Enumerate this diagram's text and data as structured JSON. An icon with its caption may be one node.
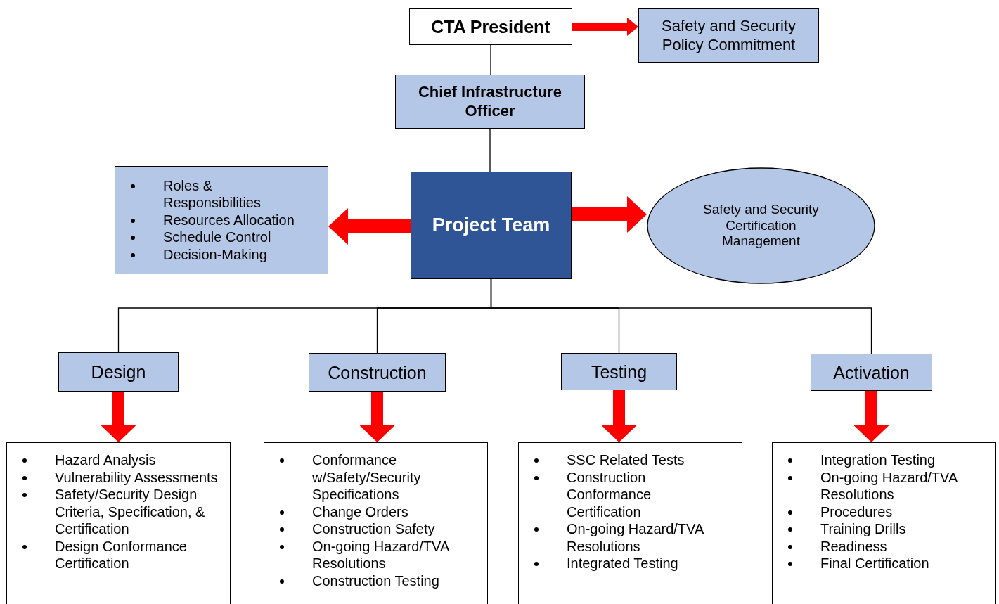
{
  "diagram": {
    "nodes": [
      {
        "text": [
          "CTA President"
        ]
      },
      {
        "text": [
          "Safety and Security Policy Commitment"
        ]
      },
      {
        "text": [
          "Chief Infrastructure Officer"
        ]
      },
      {
        "text": [
          "Project Team"
        ]
      },
      {
        "text": [
          "Roles & Responsibilities",
          "Resources Allocation",
          "Schedule Control",
          "Decision-Making"
        ]
      },
      {
        "text": [
          "Safety and Security Certification Management"
        ]
      },
      {
        "text": [
          "Design"
        ]
      },
      {
        "text": [
          "Construction"
        ]
      },
      {
        "text": [
          "Testing"
        ]
      },
      {
        "text": [
          "Activation"
        ]
      },
      {
        "text": [
          "Hazard Analysis",
          "Vulnerability Assessments",
          "Safety/Security Design Criteria, Specification, & Certification",
          "Design Conformance Certification"
        ]
      },
      {
        "text": [
          "Conformance w/Safety/Security Specifications",
          "Change Orders",
          "Construction Safety",
          "On-going Hazard/TVA Resolutions",
          "Construction Testing"
        ]
      },
      {
        "text": [
          "SSC Related Tests",
          "Construction Conformance Certification",
          "On-going Hazard/TVA Resolutions",
          "Integrated Testing"
        ]
      },
      {
        "text": [
          "Integration Testing",
          "On-going Hazard/TVA Resolutions",
          "Procedures",
          "Training Drills",
          "Readiness",
          "Final Certification"
        ]
      }
    ],
    "edges": [
      {
        "from": 0,
        "to": 1,
        "arrow": "to"
      },
      {
        "from": 0,
        "to": 2,
        "arrow": "none",
        "color": "#000000"
      },
      {
        "from": 2,
        "to": 3,
        "arrow": "none",
        "color": "#000000"
      },
      {
        "from": 3,
        "to": 4,
        "arrow": "to"
      },
      {
        "from": 3,
        "to": 5,
        "arrow": "to"
      },
      {
        "from": 3,
        "to": 6,
        "arrow": "none",
        "color": "#000000"
      },
      {
        "from": 3,
        "to": 7,
        "arrow": "none",
        "color": "#000000"
      },
      {
        "from": 3,
        "to": 8,
        "arrow": "none",
        "color": "#000000"
      },
      {
        "from": 3,
        "to": 9,
        "arrow": "none",
        "color": "#000000"
      },
      {
        "from": 6,
        "to": 10,
        "arrow": "to"
      },
      {
        "from": 7,
        "to": 11,
        "arrow": "to"
      },
      {
        "from": 8,
        "to": 12,
        "arrow": "to"
      },
      {
        "from": 9,
        "to": 13,
        "arrow": "to"
      }
    ]
  }
}
